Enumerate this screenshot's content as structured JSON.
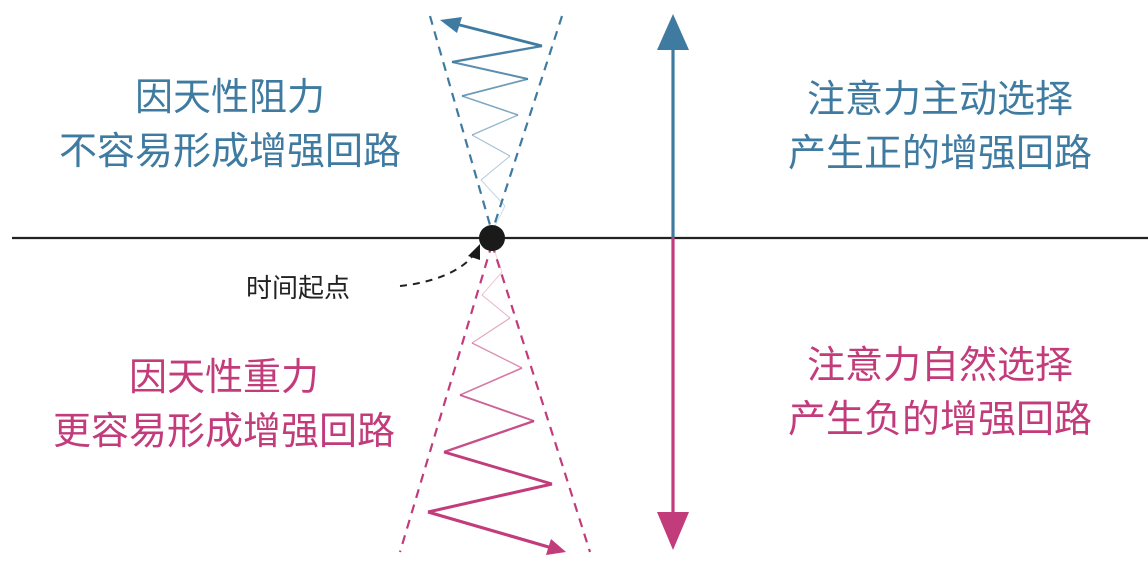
{
  "colors": {
    "blue": "#3f7ba1",
    "pink": "#c23b7a",
    "axis": "#222222",
    "point": "#1a1a1a"
  },
  "upper_left": {
    "line1": "因天性阻力",
    "line2": "不容易形成增强回路"
  },
  "upper_right": {
    "line1": "注意力主动选择",
    "line2": "产生正的增强回路"
  },
  "lower_left": {
    "line1": "因天性重力",
    "line2": "更容易形成增强回路"
  },
  "lower_right": {
    "line1": "注意力自然选择",
    "line2": "产生负的增强回路"
  },
  "start_point": {
    "label": "时间起点"
  }
}
